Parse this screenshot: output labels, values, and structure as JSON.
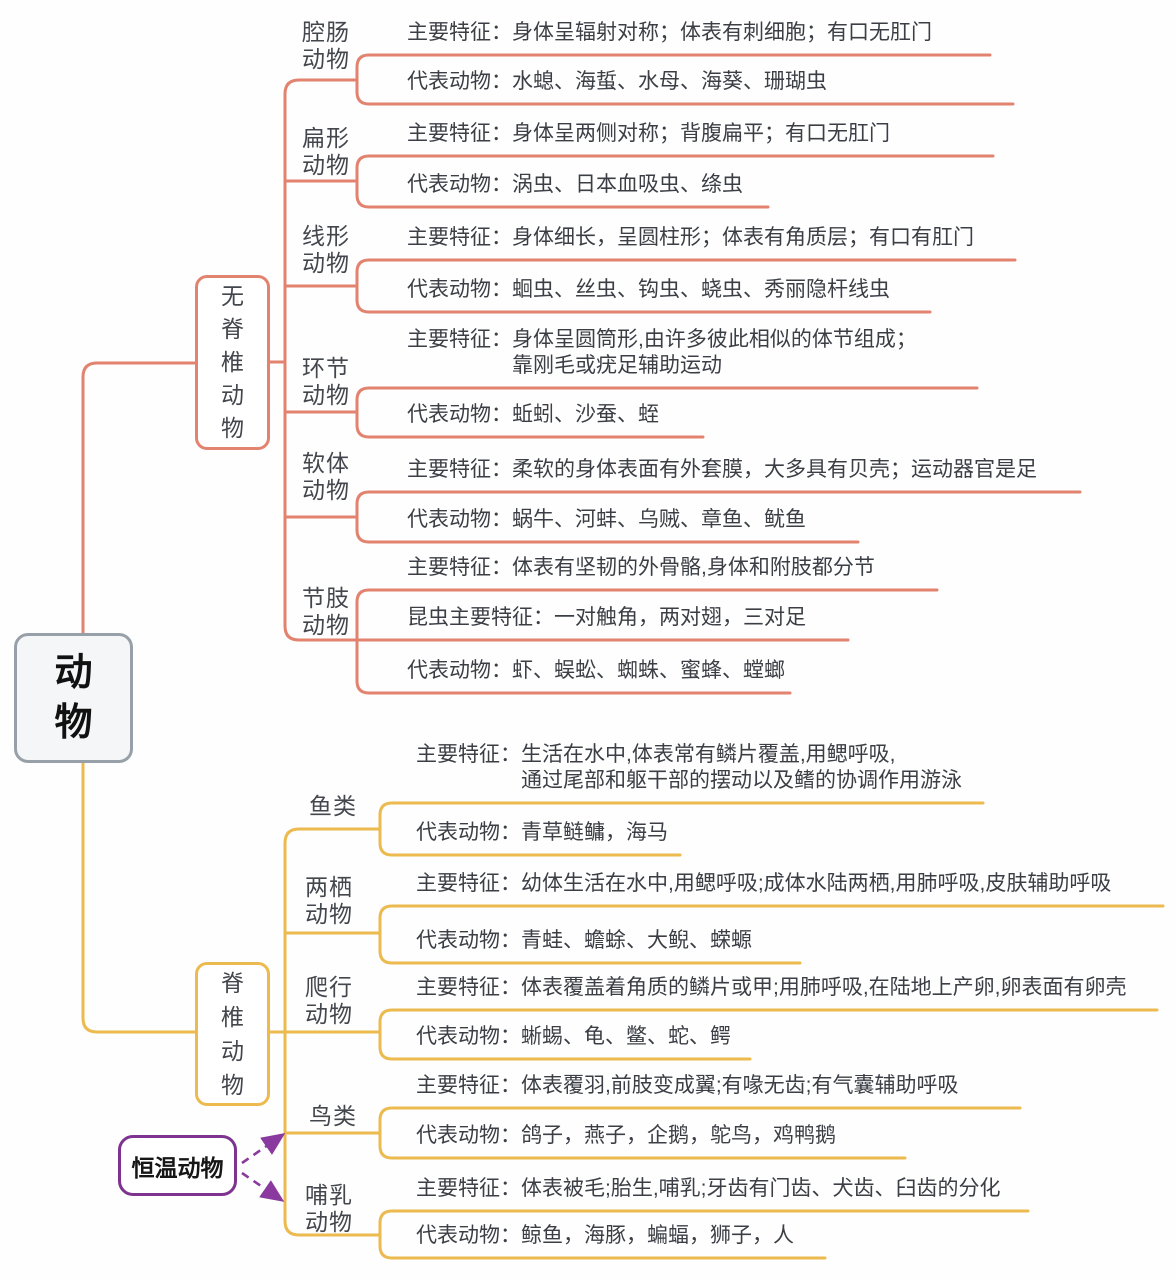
{
  "root": {
    "label": "动\n物"
  },
  "warm_blooded": {
    "label": "恒温动物"
  },
  "colors": {
    "invertebrate_branch": "#e2836f",
    "vertebrate_branch": "#ecba4e",
    "warm_blooded_border": "#7e3391",
    "arrow": "#8a3a9e",
    "root_border": "#97a0a9",
    "text": "#3b3f45"
  },
  "invertebrates": {
    "label": "无\n脊\n椎\n动\n物",
    "classes": [
      {
        "name": "腔肠\n动物",
        "rows": [
          {
            "label": "主要特征：",
            "text": "身体呈辐射对称；体表有刺细胞；有口无肛门"
          },
          {
            "label": "代表动物：",
            "text": "水螅、海蜇、水母、海葵、珊瑚虫"
          }
        ]
      },
      {
        "name": "扁形\n动物",
        "rows": [
          {
            "label": "主要特征：",
            "text": "身体呈两侧对称；背腹扁平；有口无肛门"
          },
          {
            "label": "代表动物：",
            "text": "涡虫、日本血吸虫、绦虫"
          }
        ]
      },
      {
        "name": "线形\n动物",
        "rows": [
          {
            "label": "主要特征：",
            "text": "身体细长，呈圆柱形；体表有角质层；有口有肛门"
          },
          {
            "label": "代表动物：",
            "text": "蛔虫、丝虫、钩虫、蛲虫、秀丽隐杆线虫"
          }
        ]
      },
      {
        "name": "环节\n动物",
        "rows": [
          {
            "label": "主要特征：",
            "text": "身体呈圆筒形,由许多彼此相似的体节组成；\n靠刚毛或疣足辅助运动"
          },
          {
            "label": "代表动物：",
            "text": "蚯蚓、沙蚕、蛭"
          }
        ]
      },
      {
        "name": "软体\n动物",
        "rows": [
          {
            "label": "主要特征：",
            "text": "柔软的身体表面有外套膜，大多具有贝壳；运动器官是足"
          },
          {
            "label": "代表动物：",
            "text": "蜗牛、河蚌、乌贼、章鱼、鱿鱼"
          }
        ]
      },
      {
        "name": "节肢\n动物",
        "rows": [
          {
            "label": "主要特征：",
            "text": "体表有坚韧的外骨骼,身体和附肢都分节"
          },
          {
            "label": "昆虫主要特征：",
            "text": "一对触角，两对翅，三对足"
          },
          {
            "label": "代表动物：",
            "text": "虾、蜈蚣、蜘蛛、蜜蜂、螳螂"
          }
        ]
      }
    ]
  },
  "vertebrates": {
    "label": "脊\n椎\n动\n物",
    "classes": [
      {
        "name": "鱼类",
        "rows": [
          {
            "label": "主要特征：",
            "text": "生活在水中,体表常有鳞片覆盖,用鳃呼吸,\n通过尾部和躯干部的摆动以及鳍的协调作用游泳"
          },
          {
            "label": "代表动物：",
            "text": "青草鲢鳙，海马"
          }
        ]
      },
      {
        "name": "两栖\n动物",
        "rows": [
          {
            "label": "主要特征：",
            "text": "幼体生活在水中,用鳃呼吸;成体水陆两栖,用肺呼吸,皮肤辅助呼吸"
          },
          {
            "label": "代表动物：",
            "text": "青蛙、蟾蜍、大鲵、蝾螈"
          }
        ]
      },
      {
        "name": "爬行\n动物",
        "rows": [
          {
            "label": "主要特征：",
            "text": "体表覆盖着角质的鳞片或甲;用肺呼吸,在陆地上产卵,卵表面有卵壳"
          },
          {
            "label": "代表动物：",
            "text": "蜥蜴、龟、鳖、蛇、鳄"
          }
        ]
      },
      {
        "name": "鸟类",
        "rows": [
          {
            "label": "主要特征：",
            "text": "体表覆羽,前肢变成翼;有喙无齿;有气囊辅助呼吸"
          },
          {
            "label": "代表动物：",
            "text": "鸽子，燕子，企鹅，鸵鸟，鸡鸭鹅"
          }
        ]
      },
      {
        "name": "哺乳\n动物",
        "rows": [
          {
            "label": "主要特征：",
            "text": "体表被毛;胎生,哺乳;牙齿有门齿、犬齿、臼齿的分化"
          },
          {
            "label": "代表动物：",
            "text": "鲸鱼，海豚，蝙蝠，狮子，人"
          }
        ]
      }
    ]
  }
}
